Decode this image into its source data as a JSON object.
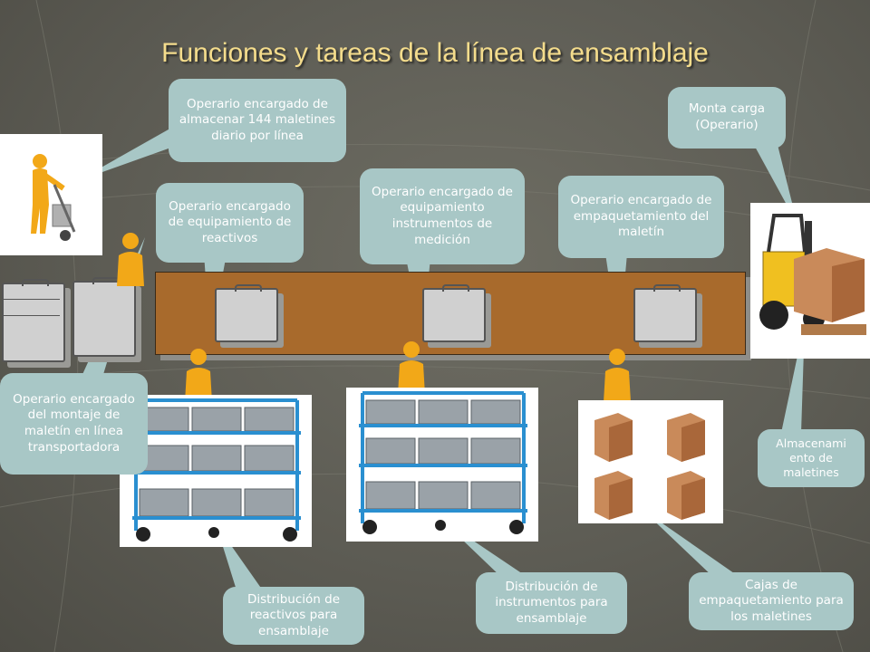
{
  "title": "Funciones y tareas de la línea de ensamblaje",
  "callouts": {
    "storage_operator": "Operario encargado de almacenar 144 maletines diario por línea",
    "reactives_operator": "Operario encargado de equipamiento de reactivos",
    "instruments_operator": "Operario encargado de equipamiento instrumentos de medición",
    "packing_operator": "Operario encargado de empaquetamiento del maletín",
    "forklift": "Monta carga (Operario)",
    "assembly_operator": "Operario encargado del montaje de maletín en línea transportadora",
    "case_storage": "Almacenami ento de maletines",
    "reactives_distribution": "Distribución de reactivos para ensamblaje",
    "instruments_distribution": "Distribución de instrumentos para ensamblaje",
    "packing_boxes": "Cajas de empaquetamiento para los maletines"
  },
  "colors": {
    "callout_fill": "#a8c7c6",
    "title_text": "#f4dc8c",
    "conveyor": "#a86a2c",
    "person": "#f2a818"
  },
  "icons": [
    "hand-truck-person-icon",
    "person-icon",
    "shelf-cart-icon",
    "cardboard-box-icon",
    "forklift-icon",
    "briefcase-icon"
  ]
}
